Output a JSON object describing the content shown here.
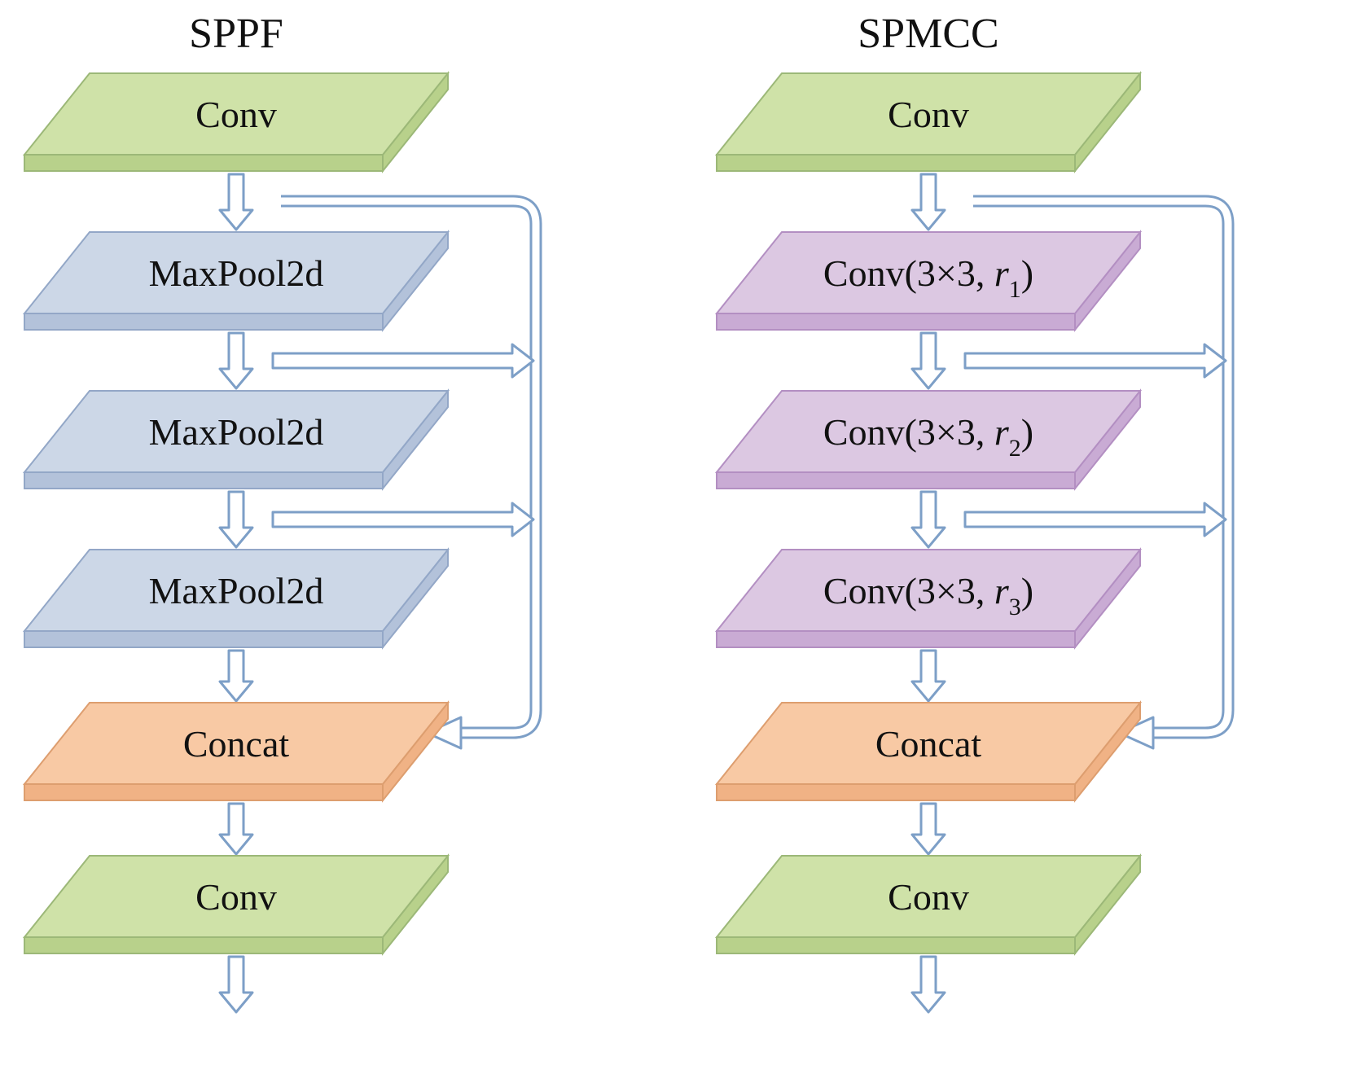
{
  "diagram": {
    "left": {
      "title": "SPPF",
      "blocks": [
        {
          "label": "Conv"
        },
        {
          "label": "MaxPool2d"
        },
        {
          "label": "MaxPool2d"
        },
        {
          "label": "MaxPool2d"
        },
        {
          "label": "Concat"
        },
        {
          "label": "Conv"
        }
      ]
    },
    "right": {
      "title": "SPMCC",
      "blocks": [
        {
          "label": "Conv"
        },
        {
          "prefix": "Conv(3×3, ",
          "var": "r",
          "sub": "1",
          "suffix": ")"
        },
        {
          "prefix": "Conv(3×3, ",
          "var": "r",
          "sub": "2",
          "suffix": ")"
        },
        {
          "prefix": "Conv(3×3, ",
          "var": "r",
          "sub": "3",
          "suffix": ")"
        },
        {
          "label": "Concat"
        },
        {
          "label": "Conv"
        }
      ]
    }
  },
  "colors": {
    "conv_top": "#cfe2a8",
    "conv_side": "#b8d18b",
    "pool_top": "#ccd7e7",
    "pool_side": "#b3c2da",
    "dilated_top": "#dcc8e2",
    "dilated_side": "#c9abd4",
    "concat_top": "#f8c9a4",
    "concat_side": "#f0b285",
    "arrow_stroke": "#7d9fc7",
    "arrow_fill": "#ffffff",
    "text": "#111111"
  }
}
